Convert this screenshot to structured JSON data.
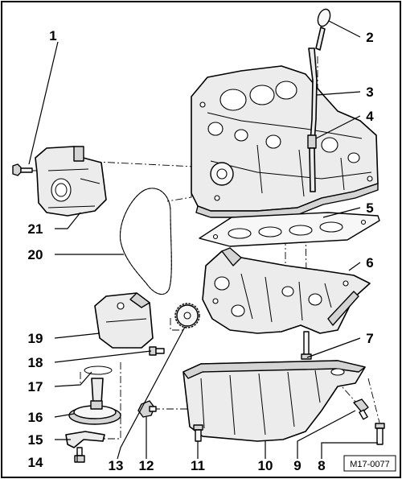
{
  "figure": {
    "code": "M17-0077",
    "callouts": {
      "c1": "1",
      "c2": "2",
      "c3": "3",
      "c4": "4",
      "c5": "5",
      "c6": "6",
      "c7": "7",
      "c8": "8",
      "c9": "9",
      "c10": "10",
      "c11": "11",
      "c12": "12",
      "c13": "13",
      "c14": "14",
      "c15": "15",
      "c16": "16",
      "c17": "17",
      "c18": "18",
      "c19": "19",
      "c20": "20",
      "c21": "21"
    }
  }
}
